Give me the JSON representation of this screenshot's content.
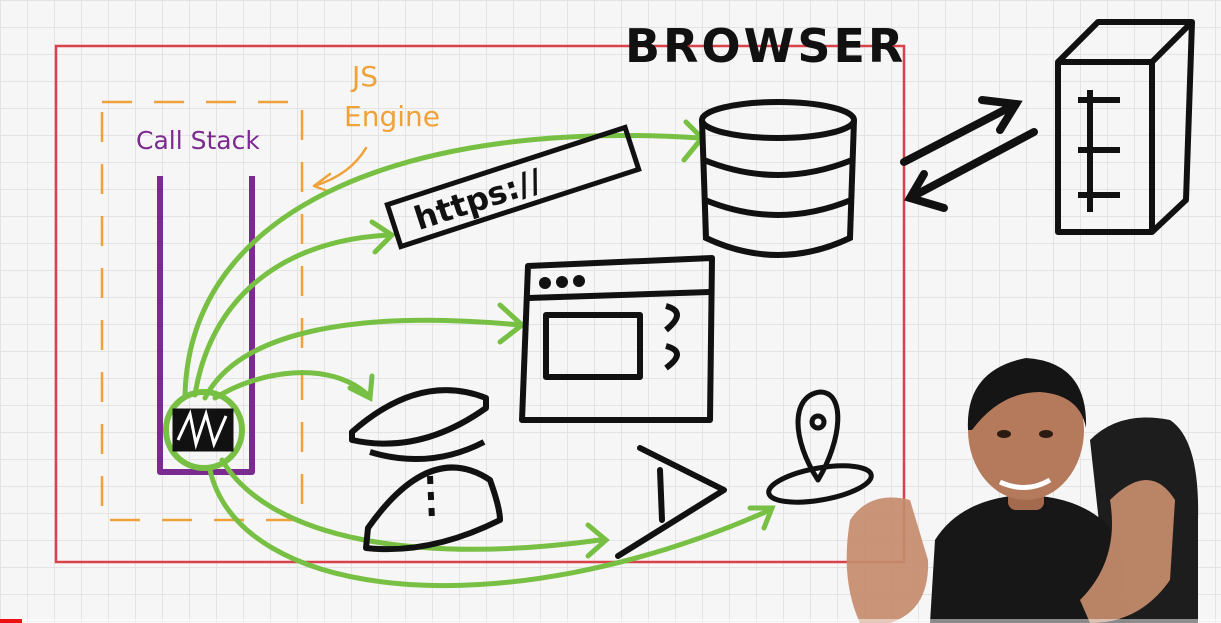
{
  "labels": {
    "browser": "BROWSER",
    "js_engine_line1": "JS",
    "js_engine_line2": "Engine",
    "call_stack": "Call Stack",
    "https": "https://"
  },
  "colors": {
    "browser_border": "#d9414b",
    "engine_dash": "#f0a23a",
    "stack_purple": "#7b2a90",
    "arrow_green": "#78c043",
    "ink": "#111111"
  },
  "icons": [
    "database-icon",
    "server-icon",
    "window-icon",
    "timer-icon",
    "location-pin-icon",
    "bluetooth-icon",
    "exchange-arrows-icon"
  ],
  "video": {
    "progress_fraction": 0.018
  }
}
